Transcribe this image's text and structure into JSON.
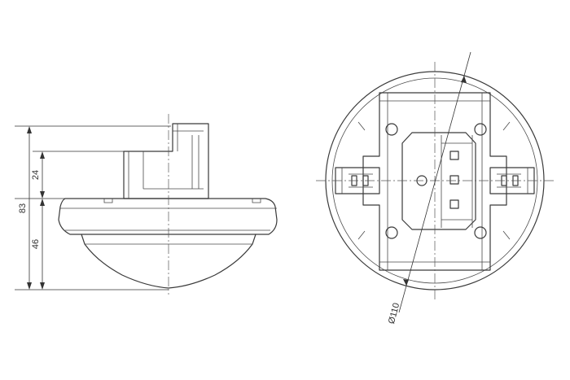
{
  "dimensions": {
    "overall_height": "83",
    "upper_part": "24",
    "lower_part": "46",
    "diameter": "Ø110"
  }
}
